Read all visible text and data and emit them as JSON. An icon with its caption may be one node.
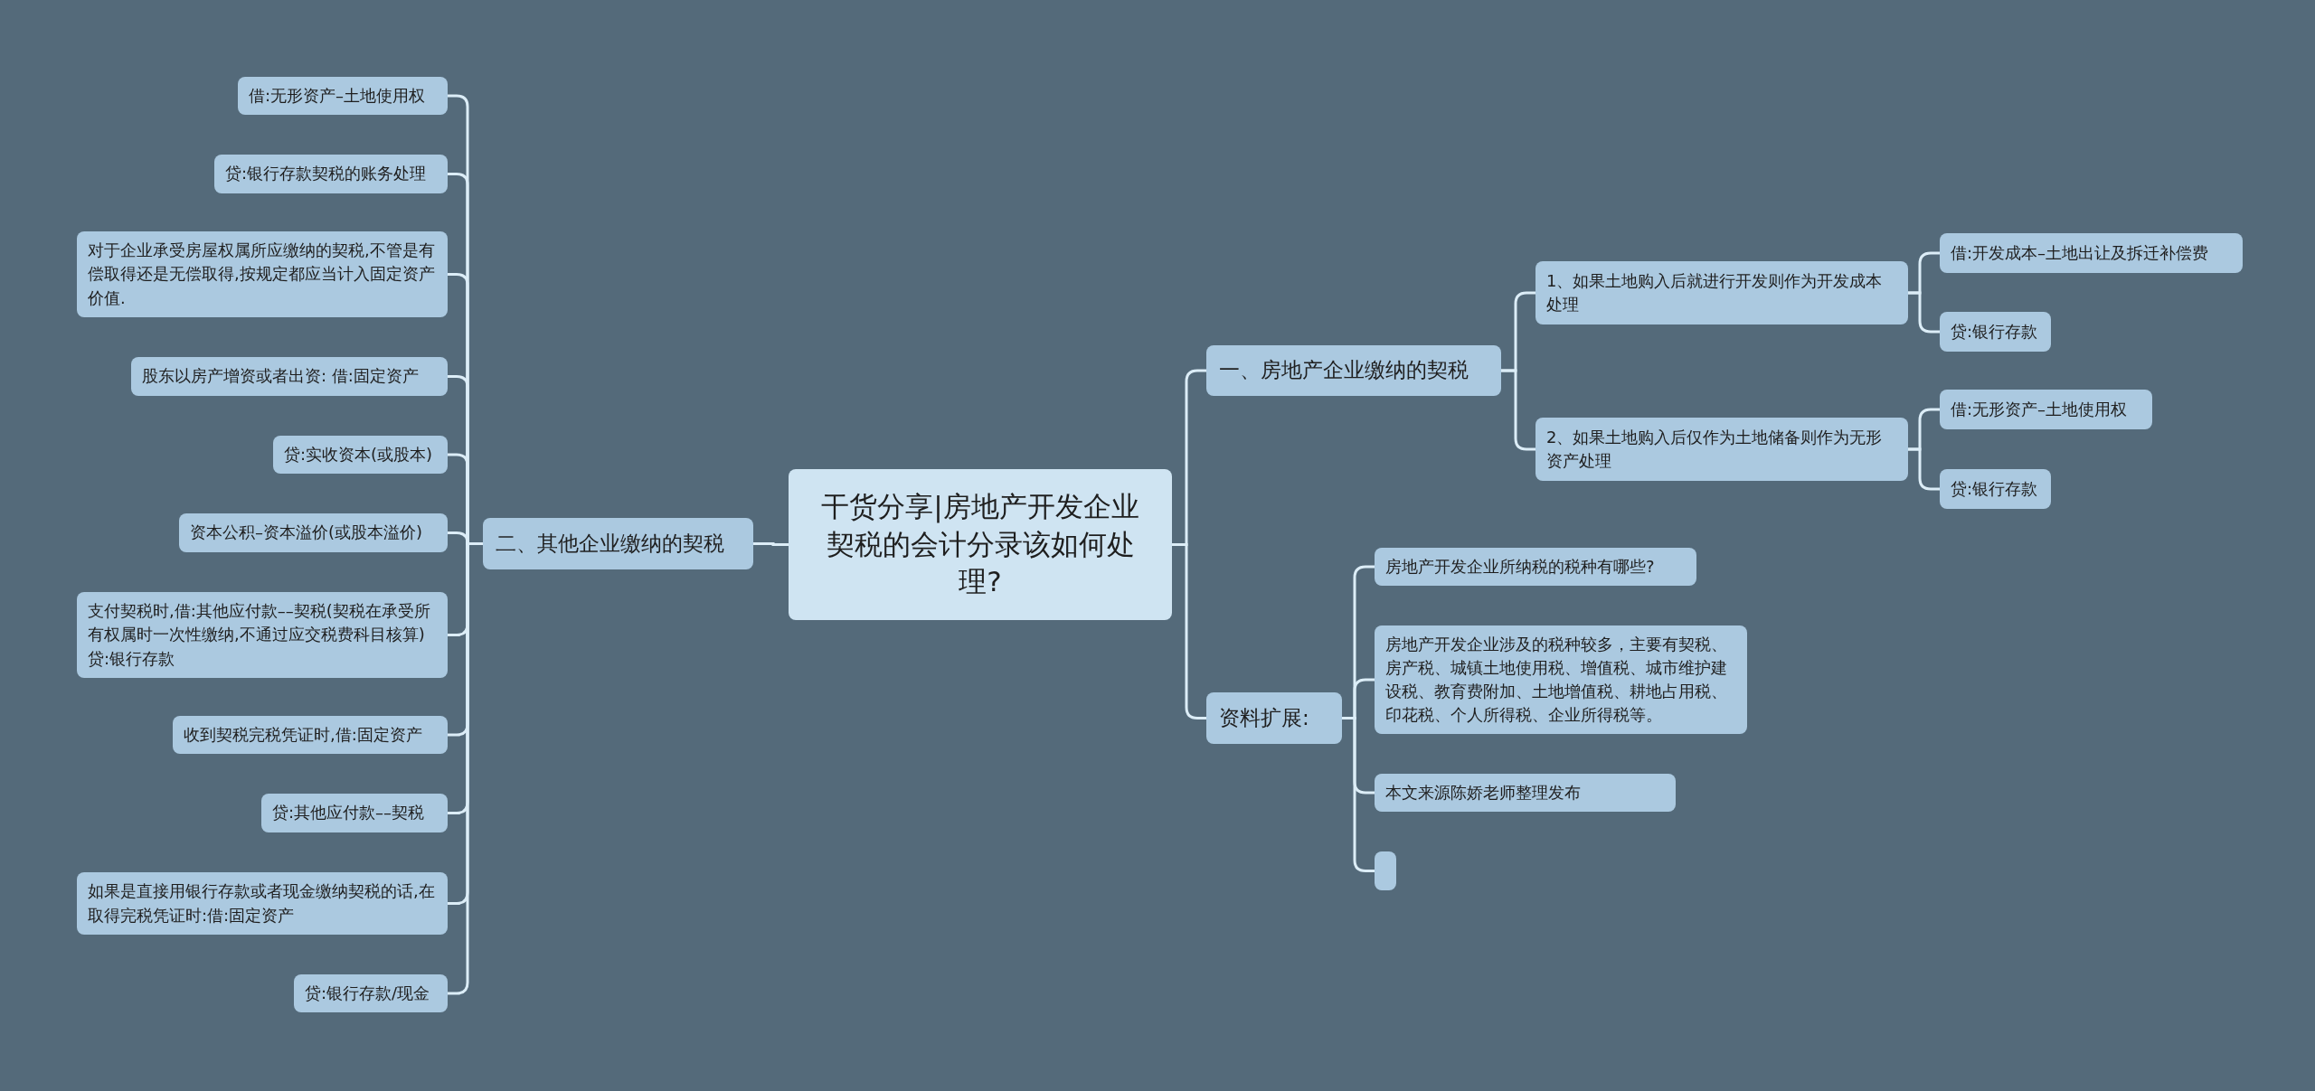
{
  "diagram": {
    "nodes": [
      {
        "text": [
          "干货分享|房地产开发企业契税的会计分录该如何处理?"
        ]
      },
      {
        "text": [
          "一、房地产企业缴纳的契税"
        ]
      },
      {
        "text": [
          "1、如果土地购入后就进行开发则作为开发成本处理"
        ]
      },
      {
        "text": [
          "借:开发成本–土地出让及拆迁补偿费"
        ]
      },
      {
        "text": [
          "贷:银行存款"
        ]
      },
      {
        "text": [
          "2、如果土地购入后仅作为土地储备则作为无形资产处理"
        ]
      },
      {
        "text": [
          "借:无形资产–土地使用权"
        ]
      },
      {
        "text": [
          "贷:银行存款"
        ]
      },
      {
        "text": [
          "资料扩展:"
        ]
      },
      {
        "text": [
          "房地产开发企业所纳税的税种有哪些?"
        ]
      },
      {
        "text": [
          "房地产开发企业涉及的税种较多，主要有契税、房产税、城镇土地使用税、增值税、城市维护建设税、教育费附加、土地增值税、耕地占用税、印花税、个人所得税、企业所得税等。"
        ]
      },
      {
        "text": [
          "本文来源陈娇老师整理发布"
        ]
      },
      {
        "text": [],
        "shape": "box"
      },
      {
        "text": [
          "二、其他企业缴纳的契税"
        ]
      },
      {
        "text": [
          "借:无形资产–土地使用权"
        ]
      },
      {
        "text": [
          "贷:银行存款契税的账务处理"
        ]
      },
      {
        "text": [
          "对于企业承受房屋权属所应缴纳的契税,不管是有偿取得还是无偿取得,按规定都应当计入固定资产价值."
        ]
      },
      {
        "text": [
          "股东以房产增资或者出资: 借:固定资产"
        ]
      },
      {
        "text": [
          "贷:实收资本(或股本)"
        ]
      },
      {
        "text": [
          "资本公积–资本溢价(或股本溢价)"
        ]
      },
      {
        "text": [
          "支付契税时,借:其他应付款––契税(契税在承受所有权属时一次性缴纳,不通过应交税费科目核算) 贷:银行存款"
        ]
      },
      {
        "text": [
          "收到契税完税凭证时,借:固定资产"
        ]
      },
      {
        "text": [
          "贷:其他应付款––契税"
        ]
      },
      {
        "text": [
          "如果是直接用银行存款或者现金缴纳契税的话,在取得完税凭证时:借:固定资产"
        ]
      },
      {
        "text": [
          "贷:银行存款/现金"
        ]
      }
    ],
    "edges": [
      {
        "from": 0,
        "to": 1,
        "arrow": "none"
      },
      {
        "from": 1,
        "to": 2,
        "arrow": "none"
      },
      {
        "from": 2,
        "to": 3,
        "arrow": "none"
      },
      {
        "from": 2,
        "to": 4,
        "arrow": "none"
      },
      {
        "from": 1,
        "to": 5,
        "arrow": "none"
      },
      {
        "from": 5,
        "to": 6,
        "arrow": "none"
      },
      {
        "from": 5,
        "to": 7,
        "arrow": "none"
      },
      {
        "from": 0,
        "to": 8,
        "arrow": "none"
      },
      {
        "from": 8,
        "to": 9,
        "arrow": "none"
      },
      {
        "from": 8,
        "to": 10,
        "arrow": "none"
      },
      {
        "from": 8,
        "to": 11,
        "arrow": "none"
      },
      {
        "from": 8,
        "to": 12,
        "arrow": "none"
      },
      {
        "from": 0,
        "to": 13,
        "arrow": "none"
      },
      {
        "from": 13,
        "to": 14,
        "arrow": "none"
      },
      {
        "from": 13,
        "to": 15,
        "arrow": "none"
      },
      {
        "from": 13,
        "to": 16,
        "arrow": "none"
      },
      {
        "from": 13,
        "to": 17,
        "arrow": "none"
      },
      {
        "from": 13,
        "to": 18,
        "arrow": "none"
      },
      {
        "from": 13,
        "to": 19,
        "arrow": "none"
      },
      {
        "from": 13,
        "to": 20,
        "arrow": "none"
      },
      {
        "from": 13,
        "to": 21,
        "arrow": "none"
      },
      {
        "from": 13,
        "to": 22,
        "arrow": "none"
      },
      {
        "from": 13,
        "to": 23,
        "arrow": "none"
      },
      {
        "from": 13,
        "to": 24,
        "arrow": "none"
      }
    ]
  }
}
